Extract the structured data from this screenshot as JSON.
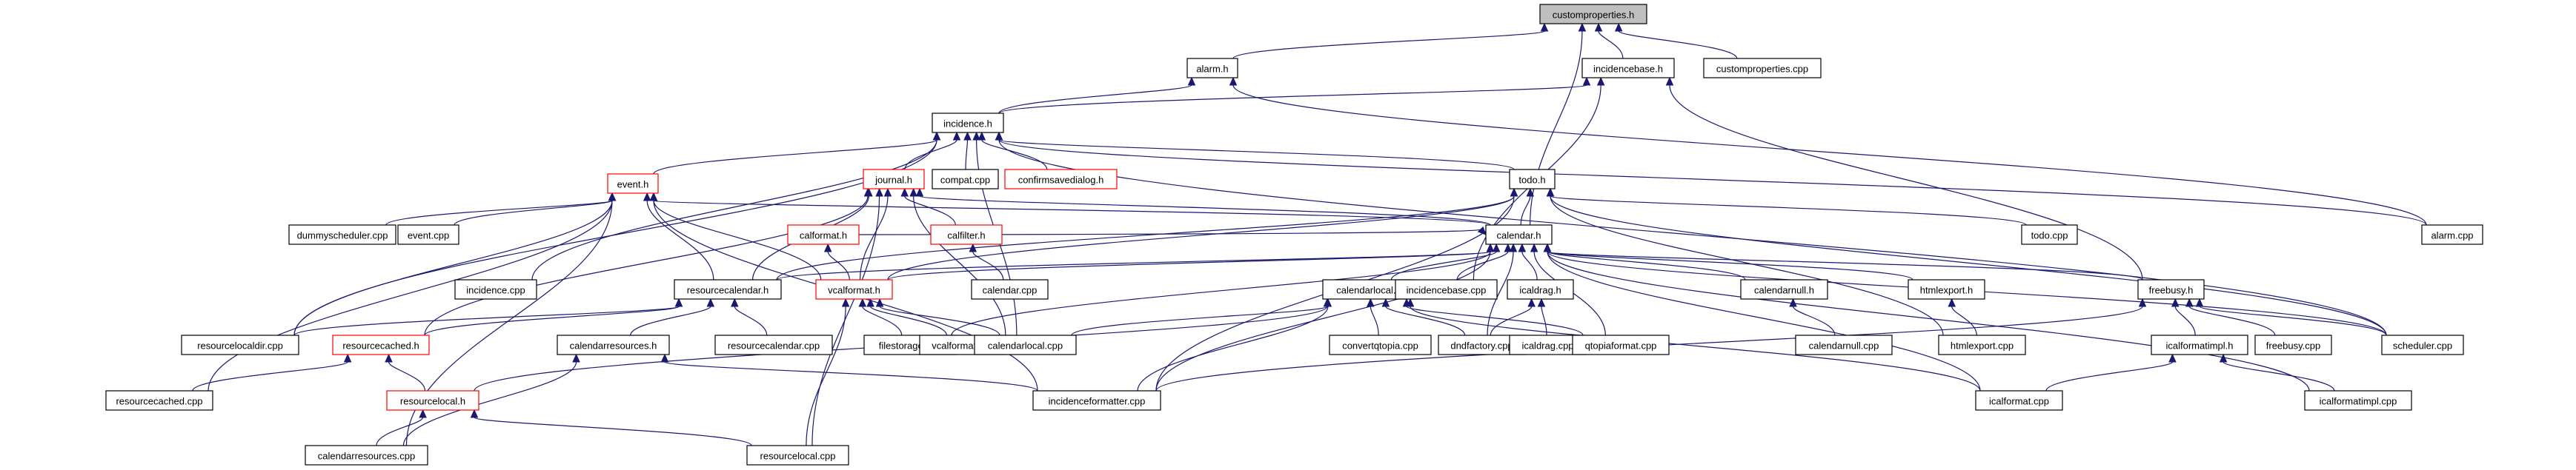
{
  "title": "customproperties.h include dependency graph",
  "colors": {
    "edge": "#191970",
    "root_fill": "#bfbfbf",
    "highlight_border": "#ff0000",
    "node_border": "#000000"
  },
  "nodes": [
    {
      "id": "customproperties_h",
      "label": "customproperties.h",
      "style": "root"
    },
    {
      "id": "alarm_h",
      "label": "alarm.h",
      "style": "normal"
    },
    {
      "id": "incidencebase_h",
      "label": "incidencebase.h",
      "style": "normal"
    },
    {
      "id": "customproperties_cpp",
      "label": "customproperties.cpp",
      "style": "normal"
    },
    {
      "id": "incidence_h",
      "label": "incidence.h",
      "style": "normal"
    },
    {
      "id": "event_h",
      "label": "event.h",
      "style": "red"
    },
    {
      "id": "journal_h",
      "label": "journal.h",
      "style": "red"
    },
    {
      "id": "compat_cpp",
      "label": "compat.cpp",
      "style": "normal"
    },
    {
      "id": "confirmsavedialog_h",
      "label": "confirmsavedialog.h",
      "style": "red"
    },
    {
      "id": "todo_h",
      "label": "todo.h",
      "style": "normal"
    },
    {
      "id": "dummyscheduler_cpp",
      "label": "dummyscheduler.cpp",
      "style": "normal"
    },
    {
      "id": "event_cpp",
      "label": "event.cpp",
      "style": "normal"
    },
    {
      "id": "calformat_h",
      "label": "calformat.h",
      "style": "red"
    },
    {
      "id": "calfilter_h",
      "label": "calfilter.h",
      "style": "red"
    },
    {
      "id": "calendar_h",
      "label": "calendar.h",
      "style": "normal"
    },
    {
      "id": "todo_cpp",
      "label": "todo.cpp",
      "style": "normal"
    },
    {
      "id": "alarm_cpp",
      "label": "alarm.cpp",
      "style": "normal"
    },
    {
      "id": "incidence_cpp",
      "label": "incidence.cpp",
      "style": "normal"
    },
    {
      "id": "resourcecalendar_h",
      "label": "resourcecalendar.h",
      "style": "normal"
    },
    {
      "id": "vcalformat_h",
      "label": "vcalformat.h",
      "style": "red"
    },
    {
      "id": "calendar_cpp",
      "label": "calendar.cpp",
      "style": "normal"
    },
    {
      "id": "calendarlocal_h",
      "label": "calendarlocal.h",
      "style": "normal"
    },
    {
      "id": "incidencebase_cpp",
      "label": "incidencebase.cpp",
      "style": "normal"
    },
    {
      "id": "icaldrag_h",
      "label": "icaldrag.h",
      "style": "normal"
    },
    {
      "id": "calendarnull_h",
      "label": "calendarnull.h",
      "style": "normal"
    },
    {
      "id": "htmlexport_h",
      "label": "htmlexport.h",
      "style": "normal"
    },
    {
      "id": "freebusy_h",
      "label": "freebusy.h",
      "style": "normal"
    },
    {
      "id": "resourcelocaldir_cpp",
      "label": "resourcelocaldir.cpp",
      "style": "normal"
    },
    {
      "id": "resourcecached_h",
      "label": "resourcecached.h",
      "style": "red"
    },
    {
      "id": "calendarresources_h",
      "label": "calendarresources.h",
      "style": "normal"
    },
    {
      "id": "resourcecalendar_cpp",
      "label": "resourcecalendar.cpp",
      "style": "normal"
    },
    {
      "id": "filestorage_cpp",
      "label": "filestorage.cpp",
      "style": "normal"
    },
    {
      "id": "vcalformat_cpp",
      "label": "vcalformat.cpp",
      "style": "normal"
    },
    {
      "id": "calendarlocal_cpp",
      "label": "calendarlocal.cpp",
      "style": "normal"
    },
    {
      "id": "convertqtopia_cpp",
      "label": "convertqtopia.cpp",
      "style": "normal"
    },
    {
      "id": "dndfactory_cpp",
      "label": "dndfactory.cpp",
      "style": "normal"
    },
    {
      "id": "icaldrag_cpp",
      "label": "icaldrag.cpp",
      "style": "normal"
    },
    {
      "id": "qtopiaformat_cpp",
      "label": "qtopiaformat.cpp",
      "style": "normal"
    },
    {
      "id": "calendarnull_cpp",
      "label": "calendarnull.cpp",
      "style": "normal"
    },
    {
      "id": "htmlexport_cpp",
      "label": "htmlexport.cpp",
      "style": "normal"
    },
    {
      "id": "icalformatimpl_h",
      "label": "icalformatimpl.h",
      "style": "normal"
    },
    {
      "id": "freebusy_cpp",
      "label": "freebusy.cpp",
      "style": "normal"
    },
    {
      "id": "scheduler_cpp",
      "label": "scheduler.cpp",
      "style": "normal"
    },
    {
      "id": "resourcecached_cpp",
      "label": "resourcecached.cpp",
      "style": "normal"
    },
    {
      "id": "resourcelocal_h",
      "label": "resourcelocal.h",
      "style": "red"
    },
    {
      "id": "incidenceformatter_cpp",
      "label": "incidenceformatter.cpp",
      "style": "normal"
    },
    {
      "id": "icalformat_cpp",
      "label": "icalformat.cpp",
      "style": "normal"
    },
    {
      "id": "icalformatimpl_cpp",
      "label": "icalformatimpl.cpp",
      "style": "normal"
    },
    {
      "id": "calendarresources_cpp",
      "label": "calendarresources.cpp",
      "style": "normal"
    },
    {
      "id": "resourcelocal_cpp",
      "label": "resourcelocal.cpp",
      "style": "normal"
    }
  ],
  "edges": [
    [
      "alarm_h",
      "customproperties_h"
    ],
    [
      "incidencebase_h",
      "customproperties_h"
    ],
    [
      "customproperties_cpp",
      "customproperties_h"
    ],
    [
      "calendar_h",
      "customproperties_h"
    ],
    [
      "incidence_h",
      "alarm_h"
    ],
    [
      "incidence_h",
      "incidencebase_h"
    ],
    [
      "alarm_cpp",
      "alarm_h"
    ],
    [
      "freebusy_h",
      "incidencebase_h"
    ],
    [
      "incidencebase_cpp",
      "incidencebase_h"
    ],
    [
      "event_h",
      "incidence_h"
    ],
    [
      "journal_h",
      "incidence_h"
    ],
    [
      "compat_cpp",
      "incidence_h"
    ],
    [
      "confirmsavedialog_h",
      "incidence_h"
    ],
    [
      "todo_h",
      "incidence_h"
    ],
    [
      "incidence_cpp",
      "incidence_h"
    ],
    [
      "resourcelocaldir_cpp",
      "incidence_h"
    ],
    [
      "calendarlocal_cpp",
      "incidence_h"
    ],
    [
      "scheduler_cpp",
      "incidence_h"
    ],
    [
      "alarm_cpp",
      "incidence_h"
    ],
    [
      "dummyscheduler_cpp",
      "event_h"
    ],
    [
      "event_cpp",
      "event_h"
    ],
    [
      "calendar_h",
      "event_h"
    ],
    [
      "resourcecalendar_h",
      "event_h"
    ],
    [
      "vcalformat_h",
      "event_h"
    ],
    [
      "resourcecached_cpp",
      "event_h"
    ],
    [
      "resourcelocaldir_cpp",
      "event_h"
    ],
    [
      "incidenceformatter_cpp",
      "event_h"
    ],
    [
      "calendarresources_cpp",
      "event_h"
    ],
    [
      "calfilter_h",
      "journal_h"
    ],
    [
      "calendar_h",
      "journal_h"
    ],
    [
      "resourcecalendar_h",
      "journal_h"
    ],
    [
      "vcalformat_h",
      "journal_h"
    ],
    [
      "resourcecached_h",
      "journal_h"
    ],
    [
      "resourcelocal_cpp",
      "journal_h"
    ],
    [
      "calendarlocal_cpp",
      "journal_h"
    ],
    [
      "calendar_h",
      "todo_h"
    ],
    [
      "todo_cpp",
      "todo_h"
    ],
    [
      "scheduler_cpp",
      "todo_h"
    ],
    [
      "htmlexport_cpp",
      "todo_h"
    ],
    [
      "resourcecalendar_h",
      "todo_h"
    ],
    [
      "vcalformat_h",
      "todo_h"
    ],
    [
      "incidenceformatter_cpp",
      "todo_h"
    ],
    [
      "calformat_h",
      "calendar_h"
    ],
    [
      "vcalformat_h",
      "calformat_h"
    ],
    [
      "calendar_cpp",
      "calfilter_h"
    ],
    [
      "resourcecalendar_h",
      "calendar_h"
    ],
    [
      "calendarlocal_h",
      "calendar_h"
    ],
    [
      "incidencebase_cpp",
      "calendar_h"
    ],
    [
      "icaldrag_h",
      "calendar_h"
    ],
    [
      "calendarnull_h",
      "calendar_h"
    ],
    [
      "htmlexport_h",
      "calendar_h"
    ],
    [
      "freebusy_h",
      "calendar_h"
    ],
    [
      "dndfactory_cpp",
      "calendar_h"
    ],
    [
      "qtopiaformat_cpp",
      "calendar_h"
    ],
    [
      "icalformat_cpp",
      "calendar_h"
    ],
    [
      "scheduler_cpp",
      "calendar_h"
    ],
    [
      "icalformatimpl_cpp",
      "calendar_h"
    ],
    [
      "incidenceformatter_cpp",
      "calendar_h"
    ],
    [
      "filestorage_cpp",
      "calendar_h"
    ],
    [
      "vcalformat_h",
      "calendar_h"
    ],
    [
      "resourcecalendar_cpp",
      "resourcecalendar_h"
    ],
    [
      "calendarresources_h",
      "resourcecalendar_h"
    ],
    [
      "resourcecached_h",
      "resourcecalendar_h"
    ],
    [
      "resourcelocaldir_cpp",
      "resourcecalendar_h"
    ],
    [
      "filestorage_cpp",
      "vcalformat_h"
    ],
    [
      "vcalformat_cpp",
      "vcalformat_h"
    ],
    [
      "calendarlocal_cpp",
      "vcalformat_h"
    ],
    [
      "resourcelocal_cpp",
      "vcalformat_h"
    ],
    [
      "calendarlocal_cpp",
      "calendarlocal_h"
    ],
    [
      "convertqtopia_cpp",
      "calendarlocal_h"
    ],
    [
      "dndfactory_cpp",
      "calendarlocal_h"
    ],
    [
      "qtopiaformat_cpp",
      "calendarlocal_h"
    ],
    [
      "icalformat_cpp",
      "calendarlocal_h"
    ],
    [
      "resourcelocal_h",
      "calendarlocal_h"
    ],
    [
      "incidenceformatter_cpp",
      "calendarlocal_h"
    ],
    [
      "dndfactory_cpp",
      "icaldrag_h"
    ],
    [
      "icaldrag_cpp",
      "icaldrag_h"
    ],
    [
      "calendarnull_cpp",
      "calendarnull_h"
    ],
    [
      "htmlexport_cpp",
      "htmlexport_h"
    ],
    [
      "icalformatimpl_h",
      "freebusy_h"
    ],
    [
      "freebusy_cpp",
      "freebusy_h"
    ],
    [
      "scheduler_cpp",
      "freebusy_h"
    ],
    [
      "incidenceformatter_cpp",
      "freebusy_h"
    ],
    [
      "icalformat_cpp",
      "icalformatimpl_h"
    ],
    [
      "icalformatimpl_cpp",
      "icalformatimpl_h"
    ],
    [
      "resourcecached_cpp",
      "resourcecached_h"
    ],
    [
      "resourcelocal_h",
      "resourcecached_h"
    ],
    [
      "calendarresources_cpp",
      "calendarresources_h"
    ],
    [
      "incidenceformatter_cpp",
      "calendarresources_h"
    ],
    [
      "calendarresources_cpp",
      "resourcelocal_h"
    ],
    [
      "resourcelocal_cpp",
      "resourcelocal_h"
    ]
  ]
}
